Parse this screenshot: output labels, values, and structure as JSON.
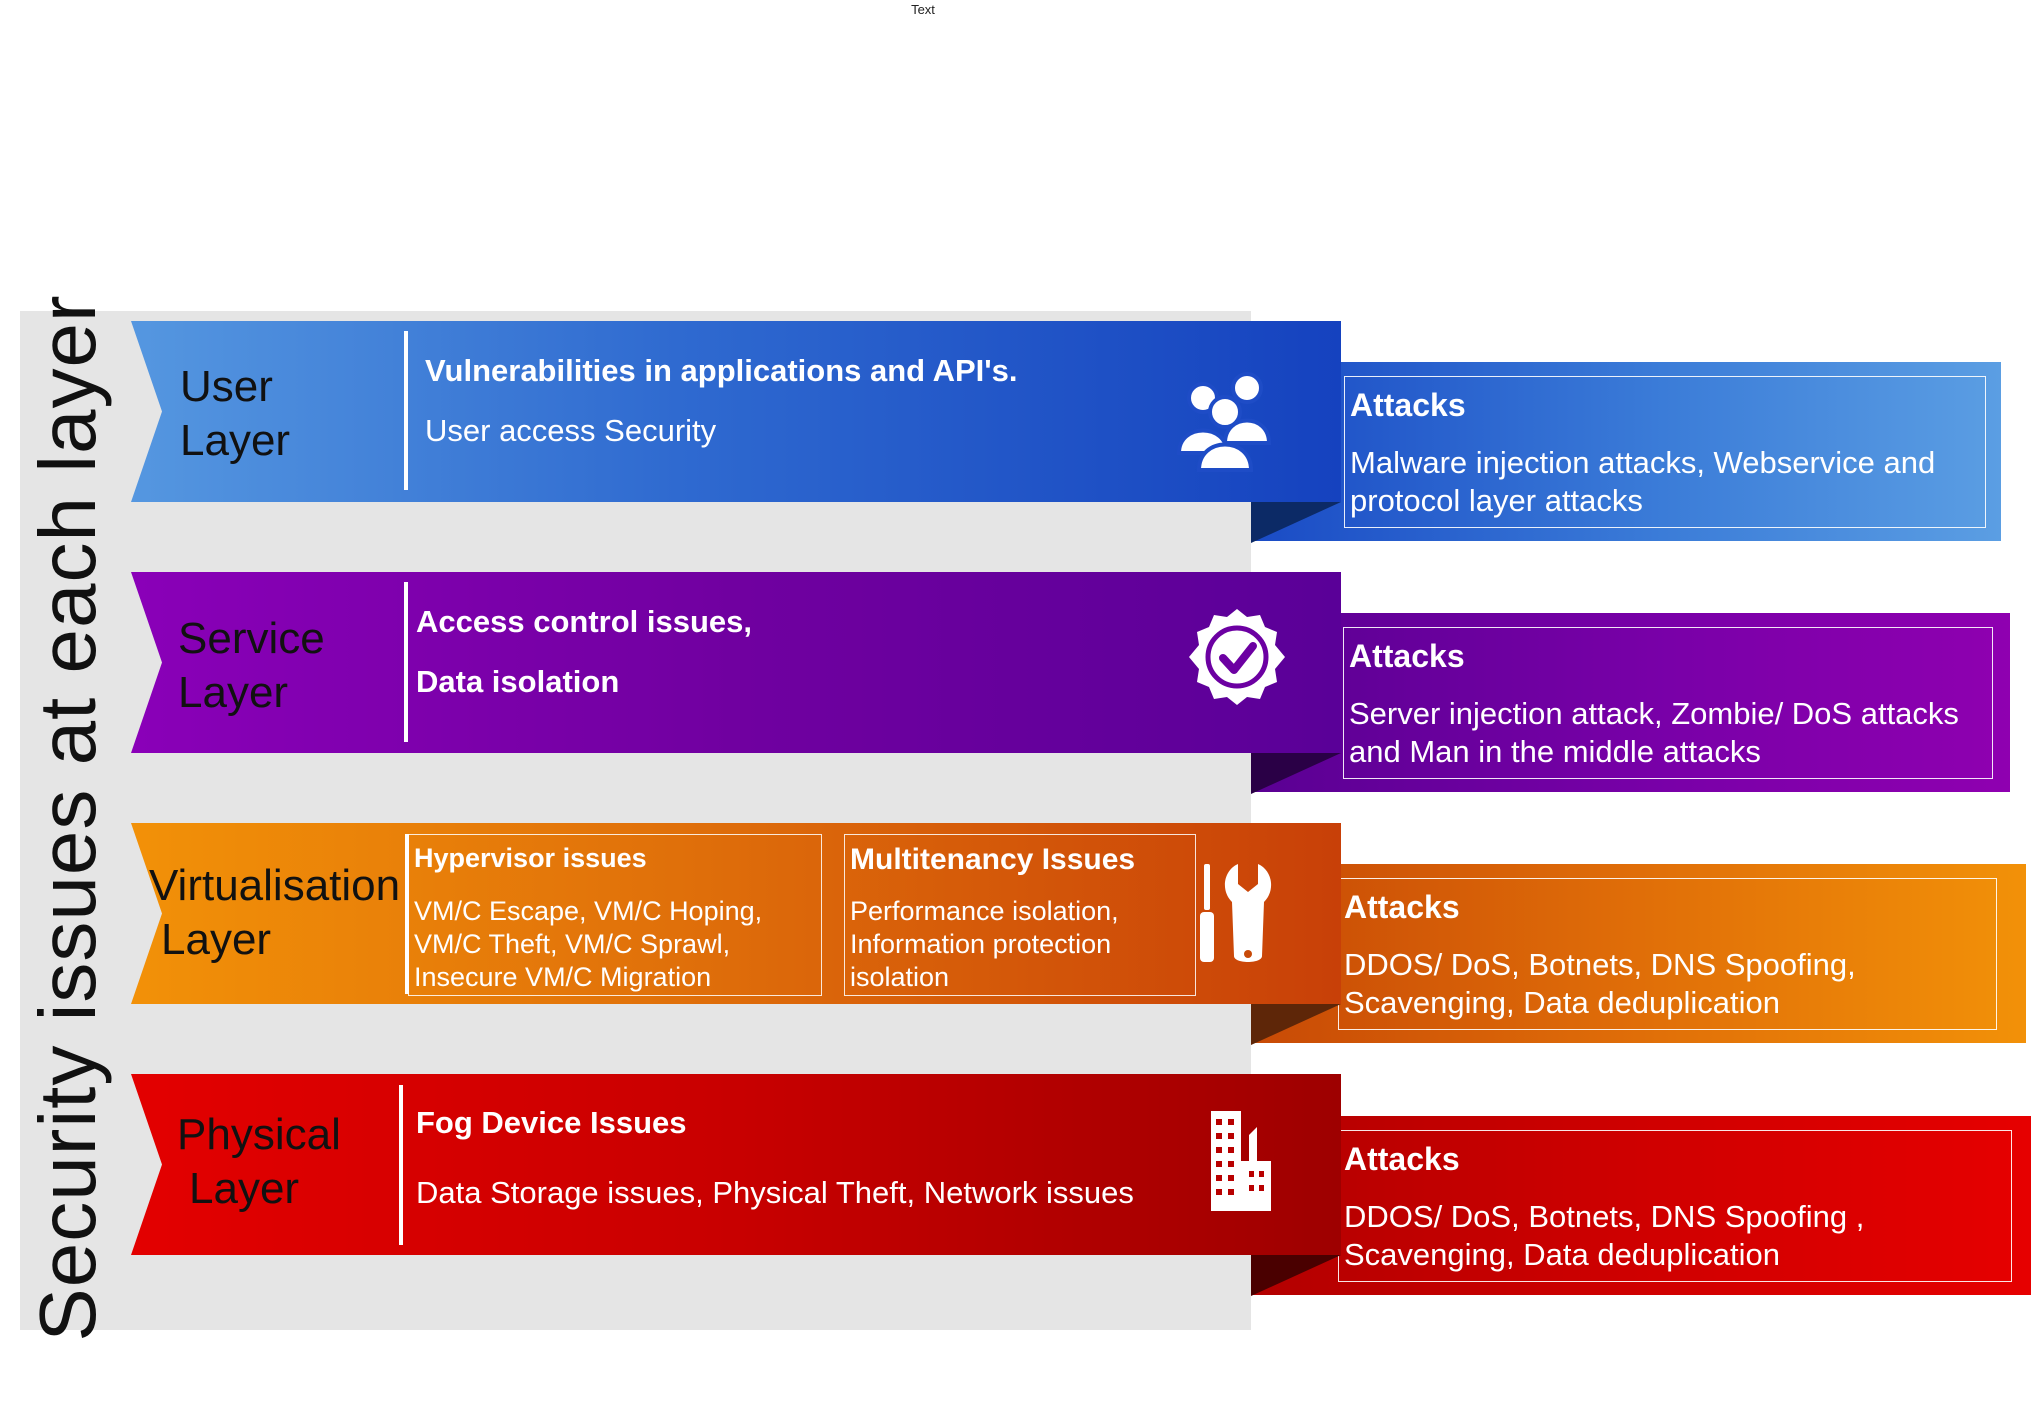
{
  "header": {
    "text": "Text"
  },
  "title": "Security issues at each layer",
  "colors": {
    "panel": "#e5e5e5",
    "user": "#1746c4",
    "service": "#6a009e",
    "virtualisation": "#e47a06",
    "physical": "#d00000"
  },
  "layers": [
    {
      "name_line1": "User",
      "name_line2": "Layer",
      "issue_title": "Vulnerabilities in applications and API's.",
      "issue_text": "User access Security",
      "icon": "users-group-icon",
      "attacks_title": "Attacks",
      "attacks_text": "Malware injection attacks, Webservice and protocol layer attacks"
    },
    {
      "name_line1": "Service",
      "name_line2": "Layer",
      "issue_title": "Access control issues,",
      "issue_title2": "Data isolation",
      "icon": "verified-badge-icon",
      "attacks_title": "Attacks",
      "attacks_text": "Server injection attack, Zombie/ DoS attacks and Man in the middle attacks"
    },
    {
      "name_line1": "Virtualisation",
      "name_line2": "Layer",
      "sub1_title": "Hypervisor  issues",
      "sub1_text": "VM/C Escape, VM/C Hoping,\nVM/C Theft,  VM/C Sprawl,\nInsecure VM/C Migration",
      "sub2_title": "Multitenancy Issues",
      "sub2_text": "Performance isolation,\nInformation protection\nisolation",
      "icon": "tools-icon",
      "attacks_title": "Attacks",
      "attacks_text": "DDOS/ DoS, Botnets, DNS Spoofing, Scavenging, Data deduplication"
    },
    {
      "name_line1": "Physical",
      "name_line2": "Layer",
      "issue_title": "Fog  Device Issues",
      "issue_text": "Data Storage issues, Physical Theft,  Network issues",
      "icon": "building-icon",
      "attacks_title": "Attacks",
      "attacks_text": "DDOS/ DoS, Botnets, DNS Spoofing , Scavenging, Data deduplication"
    }
  ]
}
